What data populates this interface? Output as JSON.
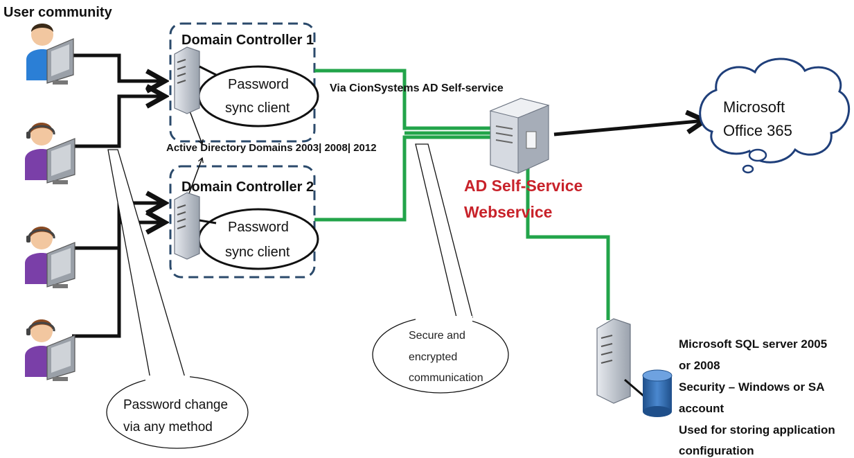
{
  "labels": {
    "user_community": "User community",
    "dc1_title": "Domain Controller 1",
    "dc2_title": "Domain Controller 2",
    "password_sync": [
      "Password",
      "sync client"
    ],
    "ad_domains": "Active Directory Domains 2003|  2008|  2012",
    "via_cionsystems": "Via CionSystems AD Self-service",
    "webservice": [
      "AD Self-Service",
      "Webservice"
    ],
    "cloud": [
      "Microsoft",
      "Office 365"
    ],
    "secure_bubble": [
      "Secure and",
      "encrypted",
      "communication"
    ],
    "pwd_change_bubble": [
      "Password change",
      "via any method"
    ],
    "sql_notes": [
      "Microsoft SQL server 2005",
      "or 2008",
      "Security – Windows or SA",
      "account",
      "Used for storing application",
      "configuration"
    ]
  },
  "colors": {
    "green_link": "#22a44a",
    "black_link": "#111111",
    "dashed_box": "#2b4a6b",
    "red_label": "#c8222a",
    "user_blue": "#2b7fd6",
    "user_purple": "#7a3fa8",
    "server_gray": "#b9bfc8",
    "db_blue": "#2f6db2"
  },
  "icons": {
    "users": [
      "user-blue-icon",
      "user-headset-icon",
      "user-headset-icon",
      "user-headset-icon"
    ],
    "servers": [
      "dc1-server-icon",
      "dc2-server-icon",
      "webservice-server-icon",
      "sql-server-icon"
    ],
    "other": [
      "cloud-icon",
      "database-icon"
    ]
  }
}
